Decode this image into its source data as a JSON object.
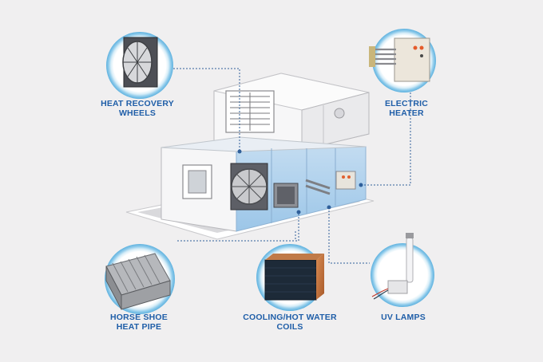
{
  "components": [
    {
      "id": "heat-recovery-wheels",
      "lines": [
        "HEAT RECOVERY",
        "WHEELS"
      ],
      "icon": "heat-recovery-wheel-icon"
    },
    {
      "id": "electric-heater",
      "lines": [
        "ELECTRIC",
        "HEATER"
      ],
      "icon": "electric-heater-icon"
    },
    {
      "id": "horse-shoe-heat-pipe",
      "lines": [
        "HORSE SHOE",
        "HEAT PIPE"
      ],
      "icon": "heat-pipe-coil-icon"
    },
    {
      "id": "cooling-hot-water-coils",
      "lines": [
        "COOLING/HOT WATER",
        "COILS"
      ],
      "icon": "copper-coil-icon"
    },
    {
      "id": "uv-lamps",
      "lines": [
        "UV LAMPS"
      ],
      "icon": "uv-lamp-icon"
    }
  ],
  "colors": {
    "label": "#1f5ea8",
    "accent_ring": "#7fc4e6",
    "unit_blue": "#a9cdea",
    "leader_line": "#2f5f9a",
    "background": "#f0eff0"
  }
}
